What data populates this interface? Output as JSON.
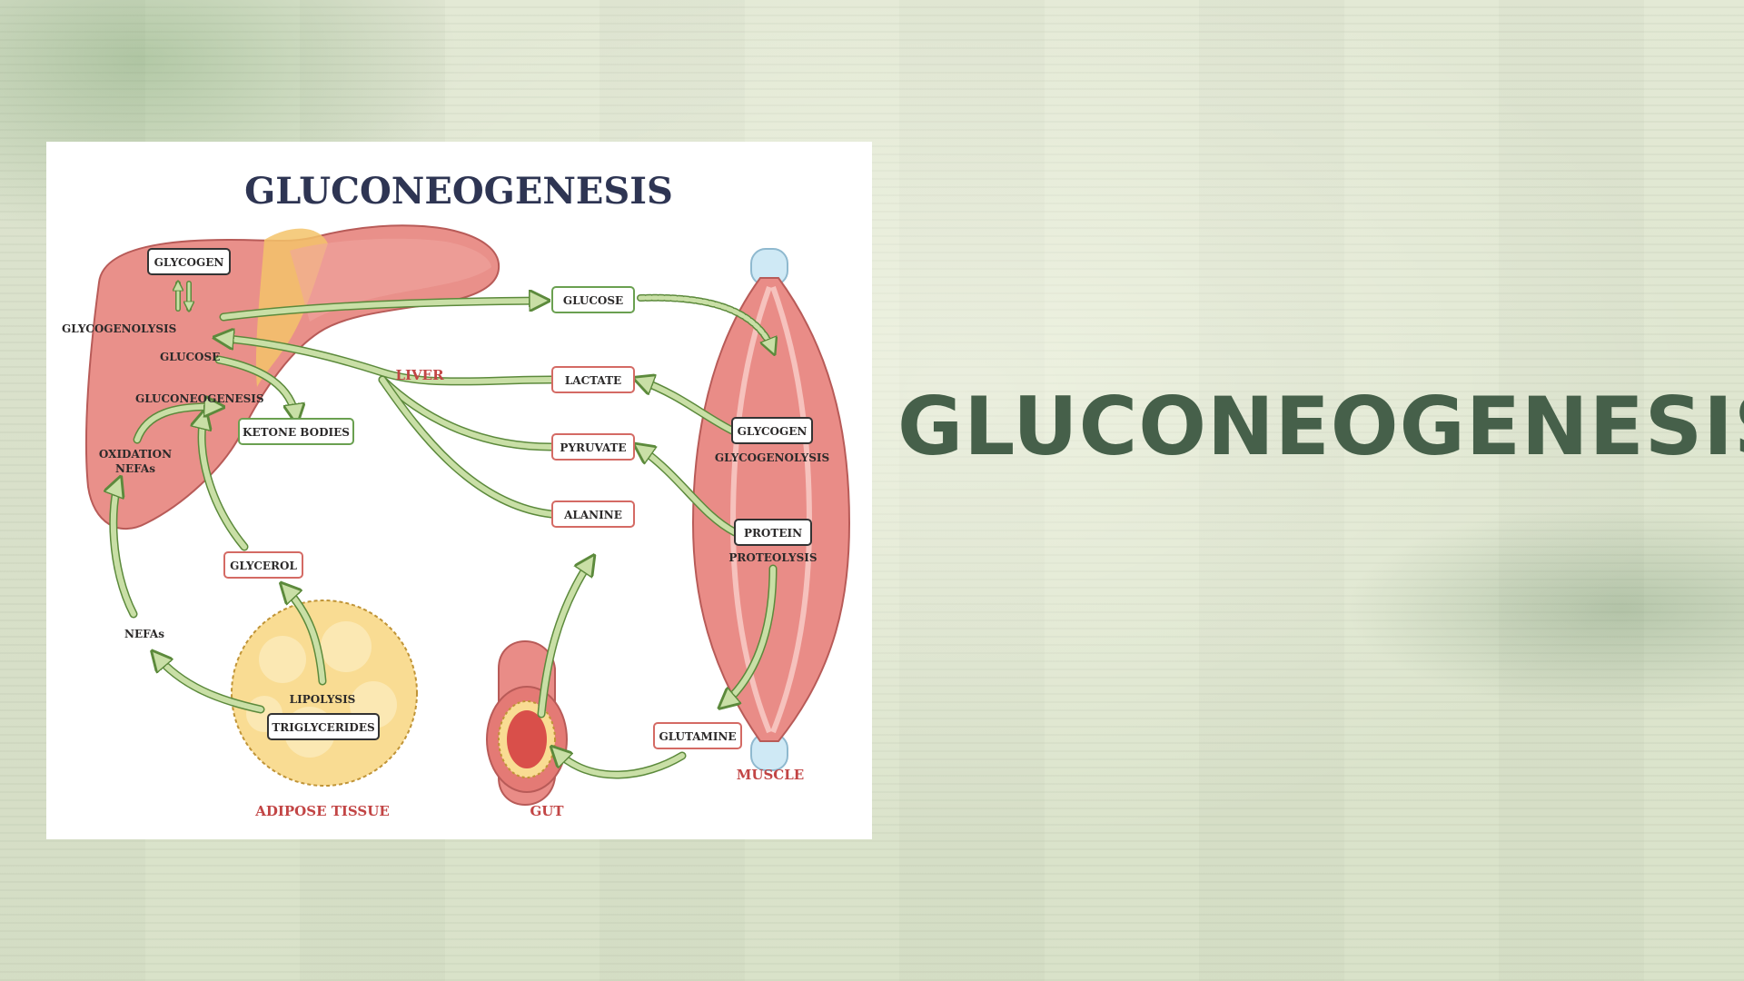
{
  "slide": {
    "title": "GLUCONEOGENESIS"
  },
  "diagram": {
    "title": "GLUCONEOGENESIS",
    "regions": {
      "liver": "LIVER",
      "muscle": "MUSCLE",
      "adipose": "ADIPOSE TISSUE",
      "gut": "GUT"
    },
    "liver_labels": {
      "glycogen": "GLYCOGEN",
      "glycogenolysis": "GLYCOGENOLYSIS",
      "glucose": "GLUCOSE",
      "gluconeogenesis": "GLUCONEOGENESIS",
      "oxidation_line1": "OXIDATION",
      "oxidation_line2": "NEFAs"
    },
    "center_boxes": {
      "glucose": "GLUCOSE",
      "lactate": "LACTATE",
      "pyruvate": "PYRUVATE",
      "alanine": "ALANINE"
    },
    "muscle_labels": {
      "glycogen": "GLYCOGEN",
      "glycogenolysis": "GLYCOGENOLYSIS",
      "protein": "PROTEIN",
      "proteolysis": "PROTEOLYSIS"
    },
    "other_labels": {
      "ketone_bodies": "KETONE BODIES",
      "glycerol": "GLYCEROL",
      "nefas": "NEFAs",
      "lipolysis": "LIPOLYSIS",
      "triglycerides": "TRIGLYCERIDES",
      "glutamine": "GLUTAMINE"
    }
  },
  "colors": {
    "arrow_fill": "#c9dfa6",
    "arrow_stroke": "#5c8a3c",
    "liver": "#e9908a",
    "muscle": "#e98c87",
    "adipose": "#f9dc93",
    "region_label": "#c24545",
    "diagram_title": "#2e3553",
    "slide_title": "#46604a"
  }
}
